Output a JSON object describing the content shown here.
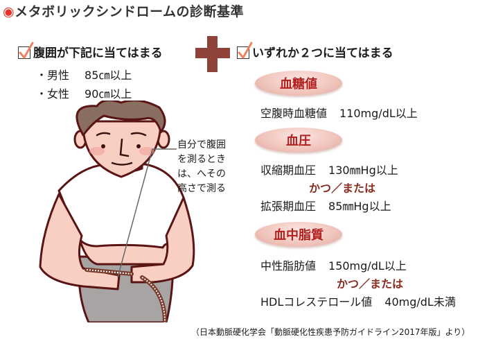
{
  "title": {
    "icon": "red-circle-bullet",
    "text": "メタボリックシンドロームの診断基準"
  },
  "colors": {
    "accent_red": "#e8302a",
    "plus_brown": "#8e4238",
    "pill_text": "#b21f1f",
    "andor_text": "#8b2a1f",
    "check_orange": "#f08060"
  },
  "left": {
    "heading": "腹囲が下記に当てはまる",
    "items": [
      {
        "label": "・男性",
        "value": "85㎝以上"
      },
      {
        "label": "・女性",
        "value": "90㎝以上"
      }
    ],
    "callout": [
      "自分で腹囲",
      "を測るとき",
      "は、へその",
      "高さで測る"
    ]
  },
  "plus_icon": "plus-icon",
  "right": {
    "heading": "いずれか２つに当てはまる",
    "groups": [
      {
        "pill": "血糖値",
        "criteria": [
          {
            "label": "空腹時血糖値",
            "value": "110mg/dL以上"
          }
        ]
      },
      {
        "pill": "血圧",
        "criteria": [
          {
            "label": "収縮期血圧",
            "value": "130㎜Hg以上"
          },
          {
            "label": "拡張期血圧",
            "value": "85㎜Hg以上"
          }
        ],
        "connector": "かつ／または"
      },
      {
        "pill": "血中脂質",
        "criteria": [
          {
            "label": "中性脂肪値",
            "value": "150mg/dL以上"
          },
          {
            "label": "HDLコレステロール値",
            "value": "40mg/dL未満"
          }
        ],
        "connector": "かつ／または"
      }
    ]
  },
  "source": "（日本動脈硬化学会「動脈硬化性疾患予防ガイドライン2017年版」より）"
}
